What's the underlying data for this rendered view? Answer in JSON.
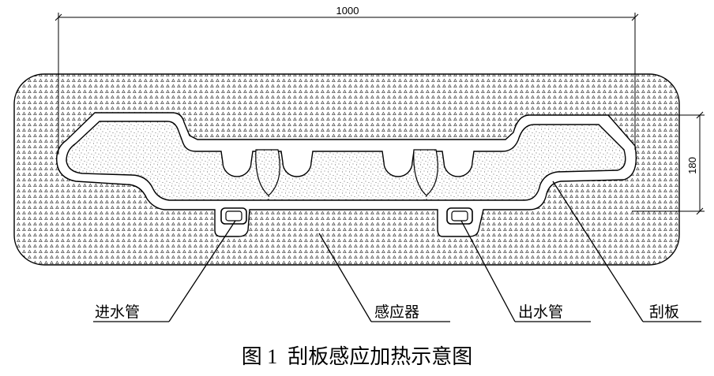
{
  "dimensions": {
    "width_label": "1000",
    "height_label": "180"
  },
  "labels": {
    "inlet_pipe": "进水管",
    "inductor": "感应器",
    "outlet_pipe": "出水管",
    "scraper": "刮板"
  },
  "caption": "图 1  刮板感应加热示意图",
  "colors": {
    "line": "#000000",
    "background": "#ffffff"
  }
}
